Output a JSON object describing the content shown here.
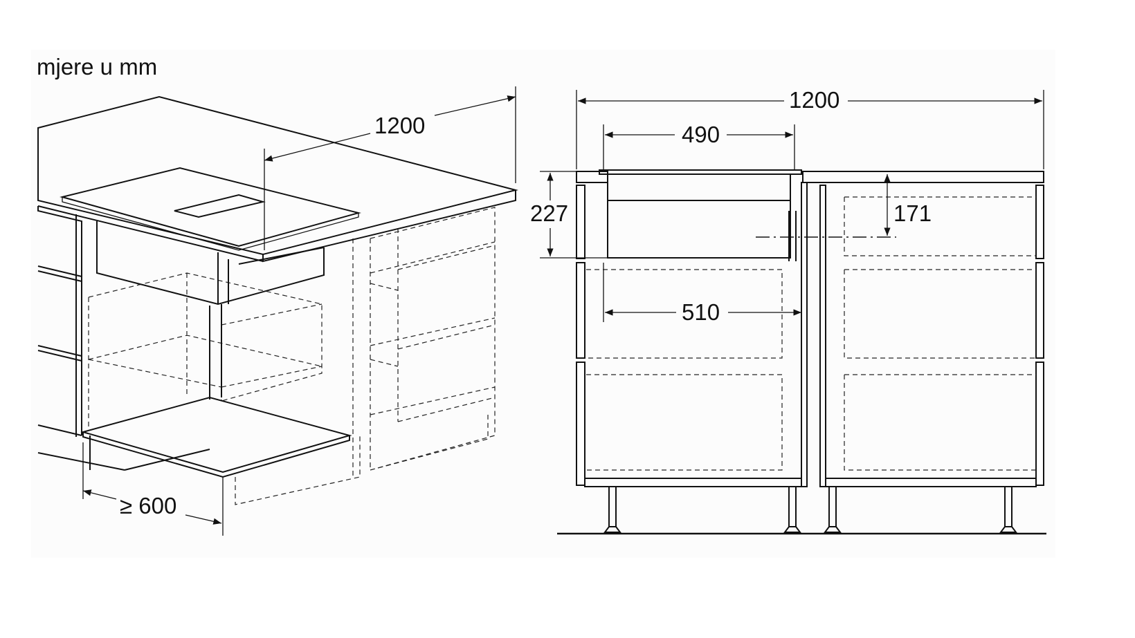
{
  "units_label": "mjere u mm",
  "perspective_view": {
    "width_dim": "1200",
    "min_depth_dim": "≥ 600"
  },
  "section_view": {
    "total_width_dim": "1200",
    "cutout_width_dim": "490",
    "height_dim": "227",
    "outlet_height_dim": "171",
    "depth_dim": "510"
  },
  "colors": {
    "line": "#111111",
    "shelf": "#c6c6c6",
    "background": "#ffffff"
  }
}
